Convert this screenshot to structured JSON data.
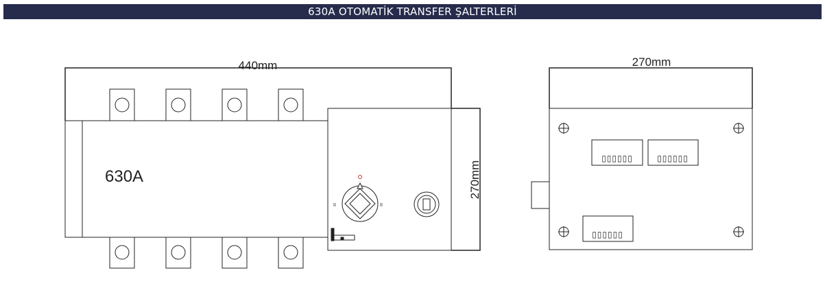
{
  "header": {
    "title": "630A OTOMATİK TRANSFER ŞALTERLERİ"
  },
  "front_view": {
    "width_label": "440mm",
    "height_label": "270mm",
    "rating_label": "630A",
    "selector_top_mark": "O",
    "selector_left_mark": "II",
    "selector_right_mark": "II"
  },
  "side_view": {
    "width_label": "270mm",
    "terminal_block_1": "▯▯▯▯▯▯",
    "terminal_block_2": "▯▯▯▯▯▯",
    "terminal_block_3": "▯▯▯▯▯▯"
  },
  "colors": {
    "header_bg": "#272c4d",
    "line": "#222222",
    "body_fill": "#ffffff",
    "accent_red": "#c0392b"
  }
}
